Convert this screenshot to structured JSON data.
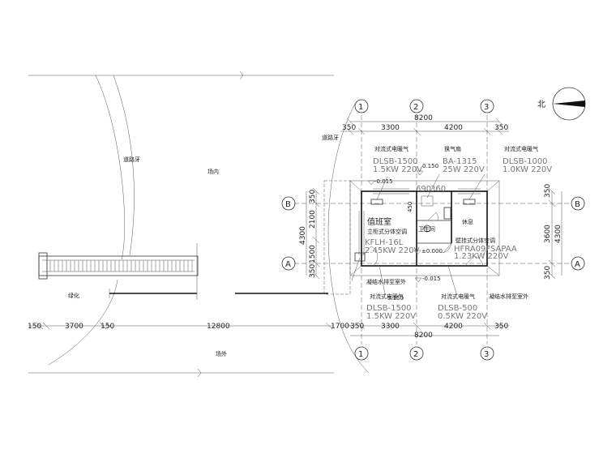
{
  "grid_labels": {
    "col1": "1",
    "col2": "2",
    "col3": "3",
    "rowA": "A",
    "rowB": "B"
  },
  "north_label": "北",
  "dims": {
    "top_total": "8200",
    "top_350a": "350",
    "top_3300": "3300",
    "top_4200": "4200",
    "top_350b": "350",
    "bot_total": "8200",
    "bot_350": "350",
    "bot_3300": "3300",
    "bot_4200": "4200",
    "bot_350b": "350",
    "left_350a": "350",
    "left_2100": "2100",
    "left_1500": "1500",
    "left_350b": "350",
    "left_total": "4300",
    "right_350a": "350",
    "right_3600": "3600",
    "right_350b": "350",
    "right_total": "4300",
    "site_150a": "150",
    "site_3700": "3700",
    "site_150b": "150",
    "site_12800": "12800",
    "site_1700": "1700"
  },
  "labels": {
    "road_tooth_right": "道路牙",
    "road_tooth_left": "道路牙",
    "site_inside": "场内",
    "site_outside": "场外",
    "greening": "绿化",
    "duty_room": "值班室",
    "wc": "卫生间",
    "rest": "休息"
  },
  "equipment": {
    "conv_heater_1_title": "对流式电暖气",
    "conv_heater_1_model": "DLSB-1500",
    "conv_heater_1_spec": "1.5KW 220V",
    "fan_title": "换气扇",
    "fan_model": "BA-1315",
    "fan_spec": "25W 220V",
    "conv_heater_2_title": "对流式电暖气",
    "conv_heater_2_model": "DLSB-1000",
    "conv_heater_2_spec": "1.0KW 220V",
    "ac_1_title": "立柜式分体空调",
    "ac_1_model": "KFLH-16L",
    "ac_1_spec": "2.45KW 220V",
    "ac_2_title": "壁挂式分体空调",
    "ac_2_model": "HFRA09FSAPAA",
    "ac_2_spec": "1.23KW 220V",
    "cond_1": "凝结水排至室外",
    "cond_2": "凝结水排至室外",
    "conv_heater_3_title": "对流式电暖气",
    "conv_heater_3_model": "DLSB-1500",
    "conv_heater_3_spec": "1.5KW 220V",
    "conv_heater_4_title": "对流式电暖气",
    "conv_heater_4_model": "DLSB-500",
    "conv_heater_4_spec": "0.5KW 220V"
  },
  "levels": {
    "lv1": "-0.015",
    "lv2": "0.150",
    "lv3": "±0.000",
    "lv4": "-0.015",
    "lv5": "0.150",
    "lv6": "450"
  },
  "wc_fixture_dims": {
    "d1": "690",
    "d2": "360"
  }
}
